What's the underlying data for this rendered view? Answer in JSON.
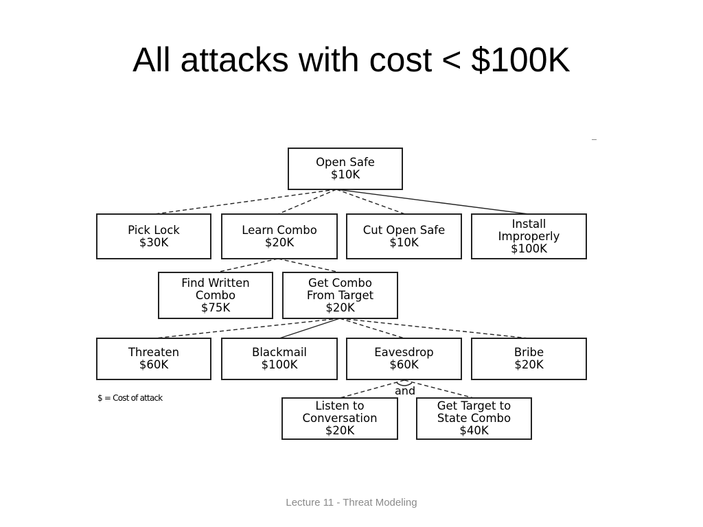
{
  "slide": {
    "title": "All attacks with cost < $100K",
    "footer": "Lecture 11 - Threat Modeling"
  },
  "tree": {
    "nodes": {
      "open_safe": [
        "Open Safe",
        "$10K"
      ],
      "pick_lock": [
        "Pick Lock",
        "$30K"
      ],
      "learn_combo": [
        "Learn Combo",
        "$20K"
      ],
      "cut_open_safe": [
        "Cut Open Safe",
        "$10K"
      ],
      "install_improperly": [
        "Install",
        "Improperly",
        "$100K"
      ],
      "find_written_combo": [
        "Find Written",
        "Combo",
        "$75K"
      ],
      "get_combo_from_target": [
        "Get Combo",
        "From Target",
        "$20K"
      ],
      "threaten": [
        "Threaten",
        "$60K"
      ],
      "blackmail": [
        "Blackmail",
        "$100K"
      ],
      "eavesdrop": [
        "Eavesdrop",
        "$60K"
      ],
      "bribe": [
        "Bribe",
        "$20K"
      ],
      "listen_to_conversation": [
        "Listen to",
        "Conversation",
        "$20K"
      ],
      "get_target_to_state_combo": [
        "Get Target to",
        "State Combo",
        "$40K"
      ]
    },
    "and_label": "and",
    "legend": "$ = Cost of attack"
  }
}
